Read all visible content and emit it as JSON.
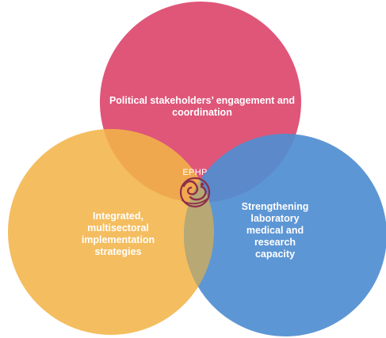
{
  "diagram": {
    "type": "venn",
    "circles": [
      {
        "id": "top",
        "lines": [
          "Political stakeholders’ engagement and",
          "coordination"
        ],
        "color": "#E0557A"
      },
      {
        "id": "left",
        "lines": [
          "Integrated,",
          "multisectoral",
          "implementation",
          "strategies"
        ],
        "color": "#F2B447"
      },
      {
        "id": "right",
        "lines": [
          "Strengthening",
          "laboratory",
          "medical and",
          "research",
          "capacity"
        ],
        "color": "#4F8CCF"
      }
    ],
    "center_label": "EPHP",
    "center_icon": "ephp-logo-icon"
  }
}
